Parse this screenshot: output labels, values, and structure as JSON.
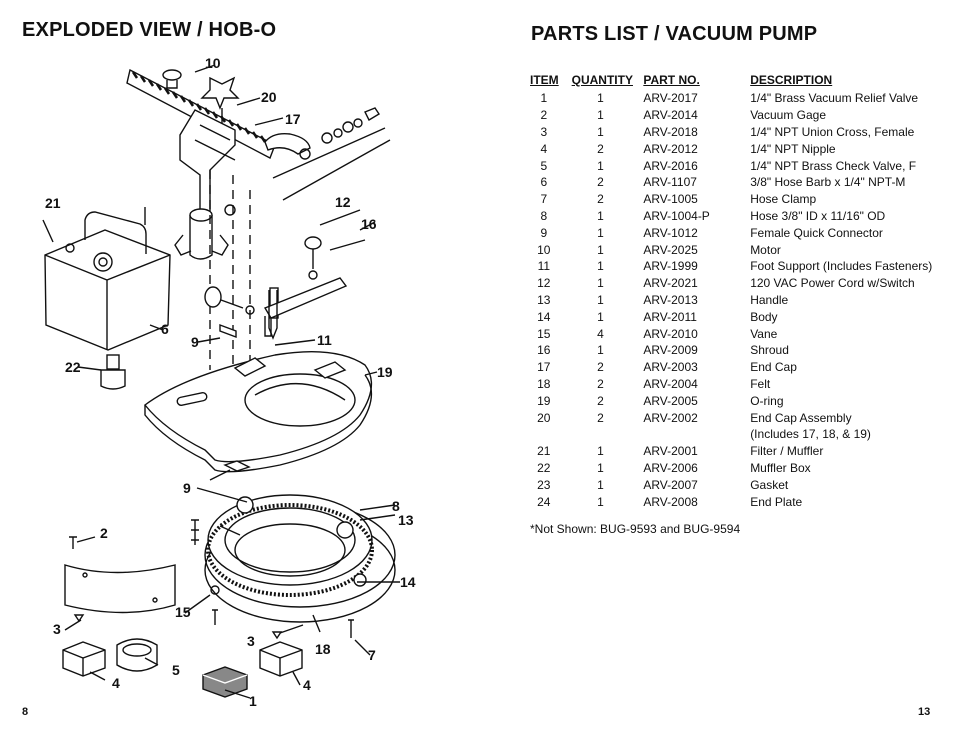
{
  "left_page": {
    "title": "EXPLODED VIEW / HOB-O",
    "page_number": "8",
    "callouts": [
      "10",
      "20",
      "17",
      "12",
      "21",
      "16",
      "6",
      "9",
      "11",
      "22",
      "19",
      "9",
      "8",
      "2",
      "13",
      "14",
      "15",
      "3",
      "3",
      "18",
      "7",
      "5",
      "4",
      "4",
      "1"
    ]
  },
  "right_page": {
    "title": "PARTS LIST / VACUUM PUMP",
    "page_number": "13",
    "headers": {
      "item": "ITEM",
      "quantity": "QUANTITY",
      "part_no": "PART NO.",
      "description": "DESCRIPTION"
    },
    "rows": [
      {
        "item": "1",
        "qty": "1",
        "part": "ARV-2017",
        "desc": "1/4\" Brass Vacuum Relief Valve"
      },
      {
        "item": "2",
        "qty": "1",
        "part": "ARV-2014",
        "desc": "Vacuum Gage"
      },
      {
        "item": "3",
        "qty": "1",
        "part": "ARV-2018",
        "desc": "1/4\" NPT Union Cross, Female"
      },
      {
        "item": "4",
        "qty": "2",
        "part": "ARV-2012",
        "desc": "1/4\" NPT Nipple"
      },
      {
        "item": "5",
        "qty": "1",
        "part": "ARV-2016",
        "desc": "1/4\" NPT Brass Check Valve, F"
      },
      {
        "item": "6",
        "qty": "2",
        "part": "ARV-1107",
        "desc": "3/8\" Hose Barb x 1/4\" NPT-M"
      },
      {
        "item": "7",
        "qty": "2",
        "part": "ARV-1005",
        "desc": "Hose Clamp"
      },
      {
        "item": "8",
        "qty": "1",
        "part": "ARV-1004-P",
        "desc": "Hose 3/8\" ID x 11/16\" OD"
      },
      {
        "item": "9",
        "qty": "1",
        "part": "ARV-1012",
        "desc": "Female Quick Connector"
      },
      {
        "item": "10",
        "qty": "1",
        "part": "ARV-2025",
        "desc": "Motor"
      },
      {
        "item": "11",
        "qty": "1",
        "part": "ARV-1999",
        "desc": "Foot Support (Includes Fasteners)"
      },
      {
        "item": "12",
        "qty": "1",
        "part": "ARV-2021",
        "desc": "120 VAC Power Cord w/Switch"
      },
      {
        "item": "13",
        "qty": "1",
        "part": "ARV-2013",
        "desc": "Handle"
      },
      {
        "item": "14",
        "qty": "1",
        "part": "ARV-2011",
        "desc": "Body"
      },
      {
        "item": "15",
        "qty": "4",
        "part": "ARV-2010",
        "desc": "Vane"
      },
      {
        "item": "16",
        "qty": "1",
        "part": "ARV-2009",
        "desc": "Shroud"
      },
      {
        "item": "17",
        "qty": "2",
        "part": "ARV-2003",
        "desc": "End Cap"
      },
      {
        "item": "18",
        "qty": "2",
        "part": "ARV-2004",
        "desc": "Felt"
      },
      {
        "item": "19",
        "qty": "2",
        "part": "ARV-2005",
        "desc": "O-ring"
      },
      {
        "item": "20",
        "qty": "2",
        "part": "ARV-2002",
        "desc": "End Cap Assembly"
      },
      {
        "item": "",
        "qty": "",
        "part": "",
        "desc": "(Includes 17, 18, & 19)"
      },
      {
        "item": "21",
        "qty": "1",
        "part": "ARV-2001",
        "desc": "Filter / Muffler"
      },
      {
        "item": "22",
        "qty": "1",
        "part": "ARV-2006",
        "desc": "Muffler Box"
      },
      {
        "item": "23",
        "qty": "1",
        "part": "ARV-2007",
        "desc": "Gasket"
      },
      {
        "item": "24",
        "qty": "1",
        "part": "ARV-2008",
        "desc": "End Plate"
      }
    ],
    "note": "*Not Shown: BUG-9593 and BUG-9594"
  }
}
